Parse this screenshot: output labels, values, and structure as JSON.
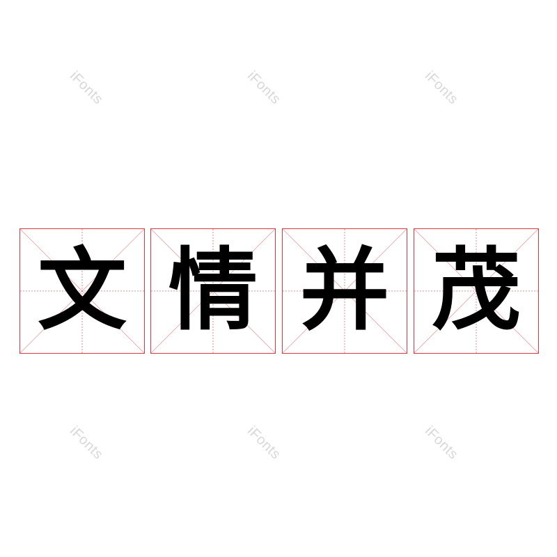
{
  "watermark": {
    "text": "iFonts",
    "color": "#d8d8d8"
  },
  "grid": {
    "border_color": "#d9393e",
    "guide_color": "#e8868a"
  },
  "characters": [
    {
      "char": "文"
    },
    {
      "char": "情"
    },
    {
      "char": "并"
    },
    {
      "char": "茂"
    }
  ]
}
